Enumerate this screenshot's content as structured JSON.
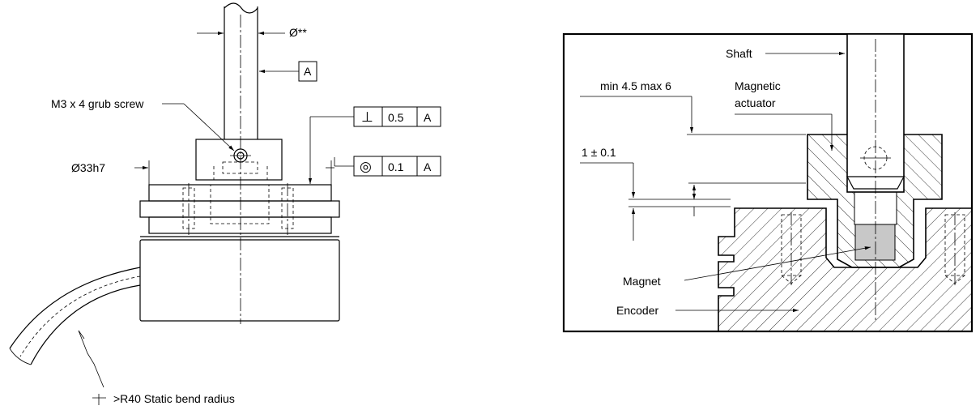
{
  "left_drawing": {
    "dia_shaft": "Ø**",
    "datum": "A",
    "grub_screw": "M3 x 4 grub screw",
    "perp_symbol": "⊥",
    "perp_value": "0.5",
    "perp_datum": "A",
    "conc_symbol": "◎",
    "conc_value": "0.1",
    "conc_datum": "A",
    "dia_body": "Ø33h7",
    "bend_radius": ">R40 Static bend radius"
  },
  "right_drawing": {
    "shaft": "Shaft",
    "gap_range": "min 4.5 max 6",
    "actuator_line1": "Magnetic",
    "actuator_line2": "actuator",
    "recess": "1 ± 0.1",
    "magnet": "Magnet",
    "encoder": "Encoder"
  }
}
